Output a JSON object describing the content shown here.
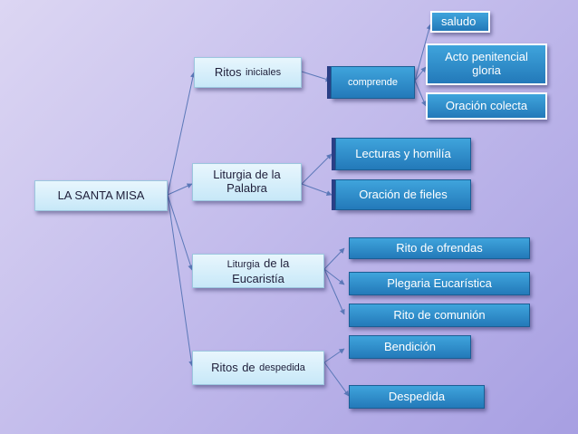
{
  "root": {
    "label": "LA SANTA MISA"
  },
  "branches": {
    "ritos_iniciales": {
      "label_a": "Ritos",
      "label_b": "iniciales"
    },
    "liturgia_palabra": {
      "label": "Liturgia de la Palabra"
    },
    "liturgia_eucaristia": {
      "label_a": "Liturgia",
      "label_b": "de la",
      "label_c": "Eucaristía"
    },
    "ritos_despedida": {
      "label_a": "Ritos",
      "label_b": "de",
      "label_c": "despedida"
    }
  },
  "comprende": {
    "label": "comprende"
  },
  "leaves": {
    "saludo": "saludo",
    "acto_penitencial": "Acto penitencial gloria",
    "oracion_colecta": "Oración colecta",
    "lecturas": "Lecturas y homilía",
    "oracion_fieles": "Oración de fieles",
    "rito_ofrendas": "Rito de ofrendas",
    "plegaria": "Plegaria Eucarística",
    "rito_comunion": "Rito de comunión",
    "bendicion": "Bendición",
    "despedida": "Despedida"
  },
  "colors": {
    "background": "#c4bdec",
    "light_box": "#d8effa",
    "dark_box": "#2e8ccb",
    "connector": "#5b78b8"
  }
}
